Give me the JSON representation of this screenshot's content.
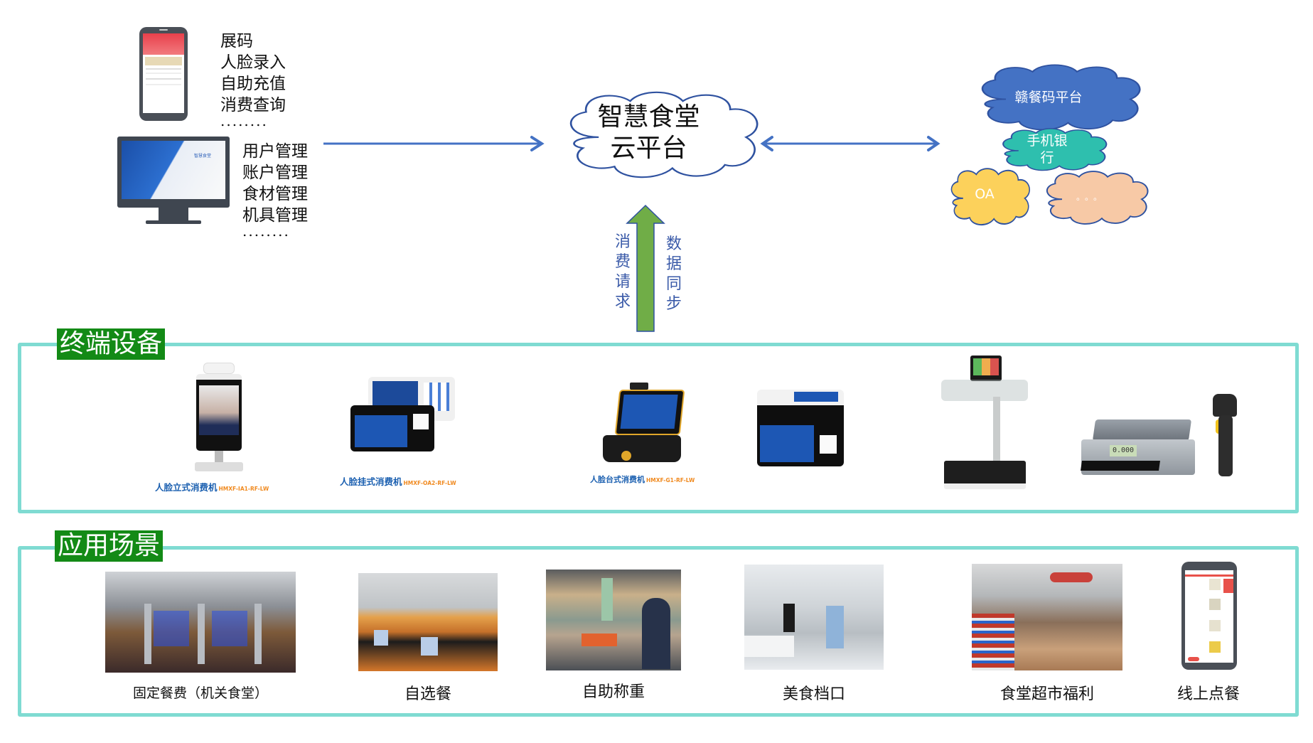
{
  "top": {
    "mobile_features": [
      "展码",
      "人脸录入",
      "自助充值",
      "消费查询"
    ],
    "mobile_more": "........",
    "pc_features": [
      "用户管理",
      "账户管理",
      "食材管理",
      "机具管理"
    ],
    "pc_more": "........",
    "pc_screen_title": "智慧食堂",
    "core_cloud": {
      "line1": "智慧食堂",
      "line2": "云平台"
    },
    "external_clouds": [
      {
        "label": "赣餐码平台",
        "color": "#4472c4"
      },
      {
        "label": "手机银行",
        "color": "#2ebfae"
      },
      {
        "label": "OA",
        "color": "#fcd15b"
      },
      {
        "label": "。。。",
        "color": "#f7c9a6"
      }
    ],
    "upward_left_text": "消费请求",
    "upward_right_text": "数据同步"
  },
  "terminal": {
    "title": "终端设备",
    "devices": [
      {
        "name": "人脸立式消费机",
        "model": "HMXF-IA1-RF-LW"
      },
      {
        "name": "人脸挂式消费机",
        "model": "HMXF-OA2-RF-LW"
      },
      {
        "name": "人脸台式消费机",
        "model": "HMXF-G1-RF-LW"
      },
      {
        "name": "",
        "model": ""
      },
      {
        "name": "",
        "model": ""
      },
      {
        "name": "",
        "model": ""
      },
      {
        "name": "",
        "model": ""
      }
    ],
    "scale_reading": "0.000"
  },
  "scenarios": {
    "title": "应用场景",
    "items": [
      {
        "label": "固定餐费（机关食堂）"
      },
      {
        "label": "自选餐"
      },
      {
        "label": "自助称重"
      },
      {
        "label": "美食档口"
      },
      {
        "label": "食堂超市福利"
      },
      {
        "label": "线上点餐"
      }
    ]
  },
  "colors": {
    "arrow_blue": "#4472c4",
    "arrow_green": "#70ad47",
    "box_border": "#7fdbd2",
    "label_green": "#138a16"
  }
}
